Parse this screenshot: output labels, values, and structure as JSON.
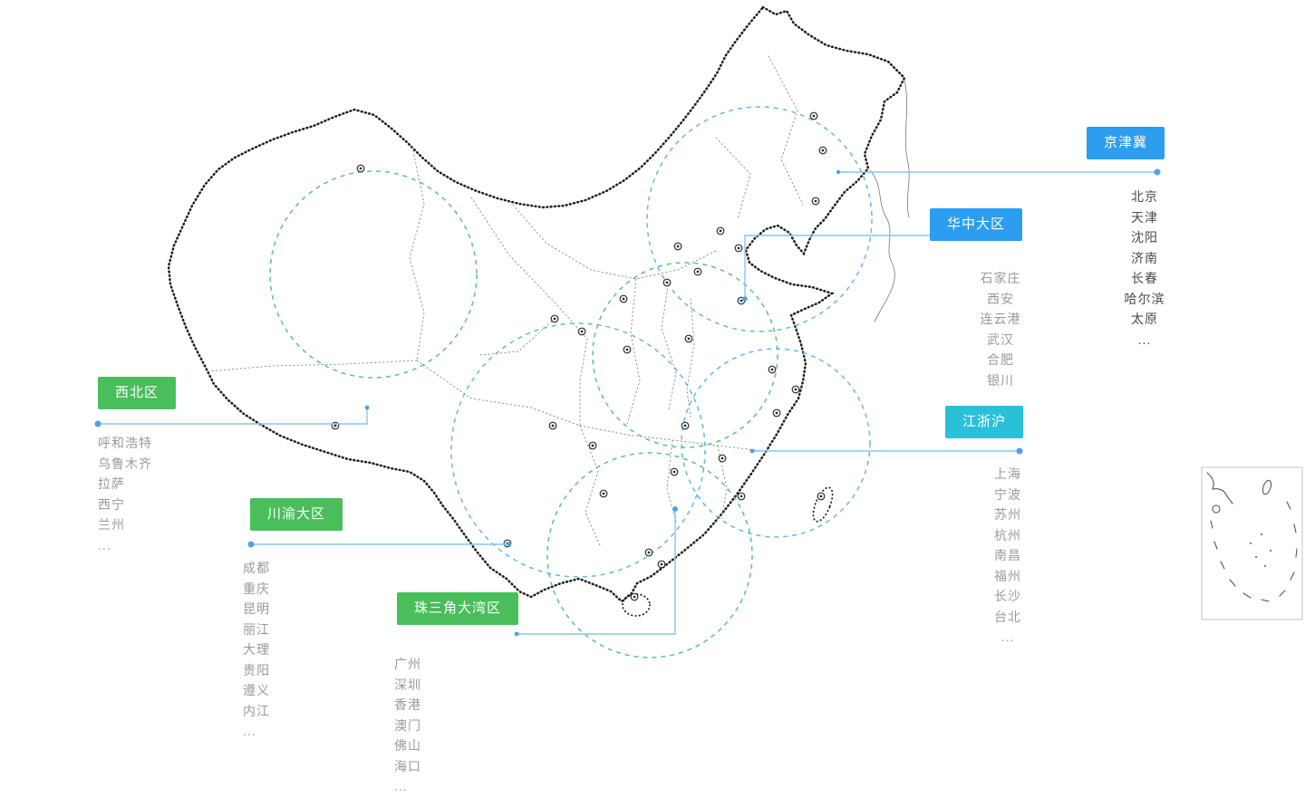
{
  "palette": {
    "badge_blue": "#2d9df0",
    "badge_green": "#49be5b",
    "badge_cyan": "#2ac0da",
    "leader_line": "#86c5f2",
    "leader_dot": "#4da3e8",
    "circle_blue": "#55aee8",
    "circle_green": "#46c06e",
    "city_text": "#9a9a9a",
    "city_text_dark": "#4a4a4a",
    "map_stroke": "#1c1c1c"
  },
  "regions": [
    {
      "id": "jingjinji",
      "label": "京津冀",
      "badge_color": "#2d9df0",
      "cities": [
        "北京",
        "天津",
        "沈阳",
        "济南",
        "长春",
        "哈尔滨",
        "太原",
        "..."
      ]
    },
    {
      "id": "huazhong",
      "label": "华中大区",
      "badge_color": "#2d9df0",
      "cities": [
        "石家庄",
        "西安",
        "连云港",
        "武汉",
        "合肥",
        "银川"
      ]
    },
    {
      "id": "xibei",
      "label": "西北区",
      "badge_color": "#49be5b",
      "cities": [
        "呼和浩特",
        "乌鲁木齐",
        "拉萨",
        "西宁",
        "兰州",
        "..."
      ]
    },
    {
      "id": "jiangzhehu",
      "label": "江浙沪",
      "badge_color": "#2ac0da",
      "cities": [
        "上海",
        "宁波",
        "苏州",
        "杭州",
        "南昌",
        "福州",
        "长沙",
        "台北",
        "..."
      ]
    },
    {
      "id": "chuanyu",
      "label": "川渝大区",
      "badge_color": "#49be5b",
      "cities": [
        "成都",
        "重庆",
        "昆明",
        "丽江",
        "大理",
        "贵阳",
        "遵义",
        "内江",
        "..."
      ]
    },
    {
      "id": "zhusanjiao",
      "label": "珠三角大湾区",
      "badge_color": "#49be5b",
      "cities": [
        "广州",
        "深圳",
        "香港",
        "澳门",
        "佛山",
        "海口",
        "..."
      ]
    }
  ]
}
